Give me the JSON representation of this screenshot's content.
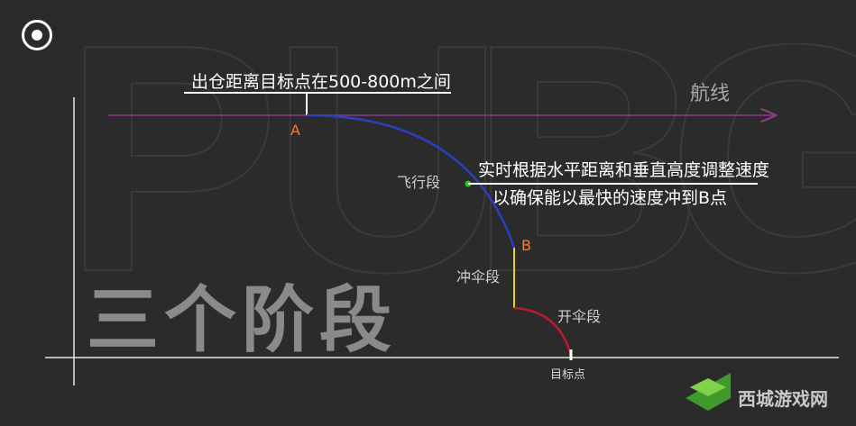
{
  "background_watermark": "PUBG",
  "big_title": "三个阶段",
  "route_label": "航线",
  "exit_note": "出仓距离目标点在500-800m之间",
  "point_a": "A",
  "point_b": "B",
  "fly_stage": "飞行段",
  "dive_stage": "冲伞段",
  "open_stage": "开伞段",
  "speed_note_line1": "实时根据水平距离和垂直高度调整速度",
  "speed_note_line2": "以确保能以最快的速度冲到B点",
  "target_point": "目标点",
  "site_watermark": "西城游戏网",
  "colors": {
    "route_line": "#8a3a8f",
    "fly_curve": "#2a3fc4",
    "dive_line": "#e8d21a",
    "open_curve": "#c0182a",
    "accent_orange": "#ff7a2a",
    "marker_green": "#27c227"
  }
}
